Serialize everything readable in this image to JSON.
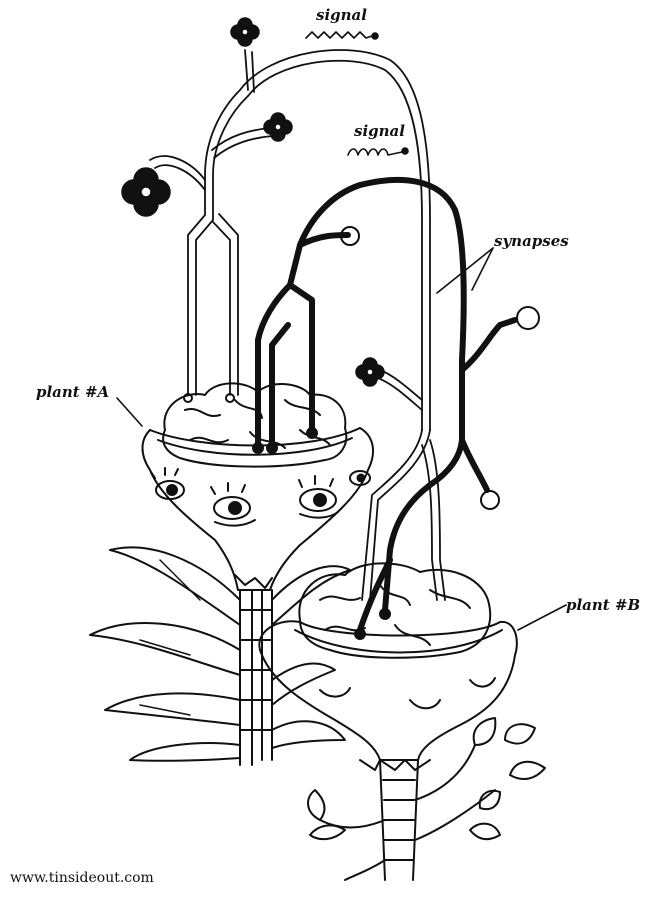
{
  "labels": {
    "signal_top": "signal",
    "signal_mid": "signal",
    "synapses": "synapses",
    "plant_a": "plant #A",
    "plant_b": "plant #B"
  },
  "credit": "www.tinsideout.com",
  "colors": {
    "ink": "#111111",
    "paper": "#ffffff"
  }
}
